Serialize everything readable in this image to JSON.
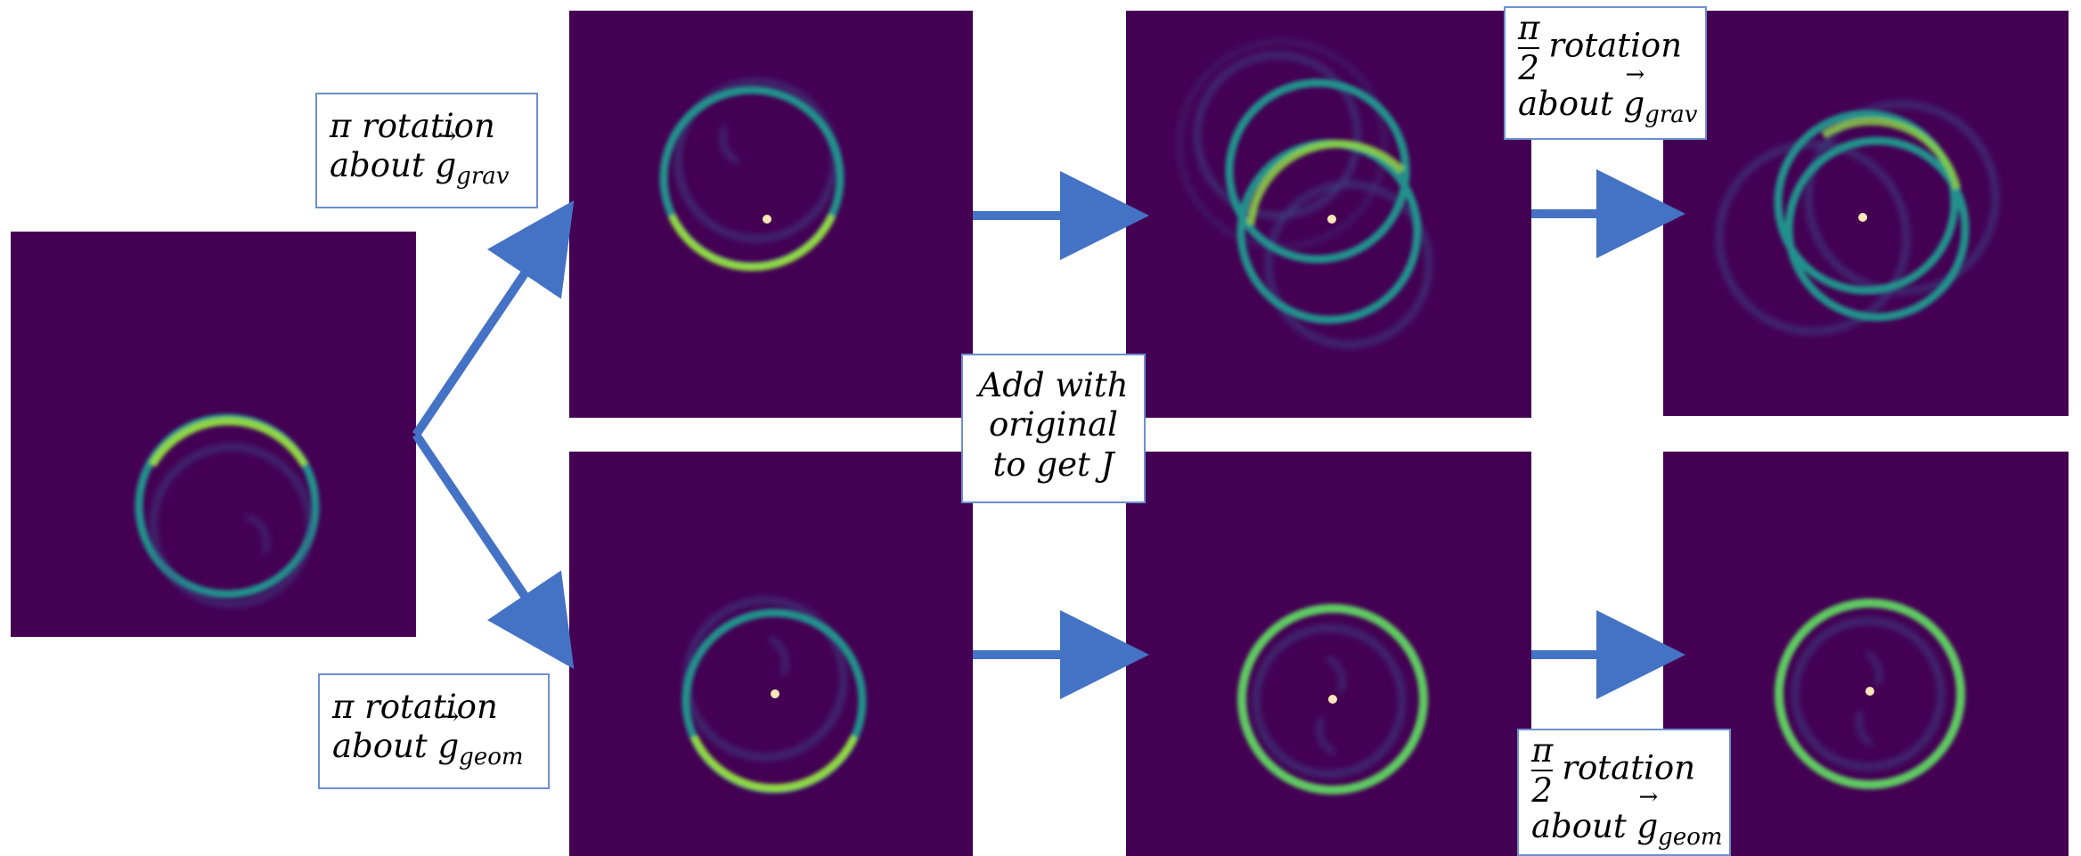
{
  "colors": {
    "panel_background": "#440154",
    "ring_bright": "#8fd744",
    "ring_mid": "#21918c",
    "ring_dim": "#3b528b",
    "center_dot": "#fde7b8",
    "arrow": "#4472c4",
    "label_border": "#6d8fcf"
  },
  "labels": {
    "pi_grav": {
      "line1": "π rotation",
      "line2_prefix": "about ",
      "vec": "g",
      "sub": "grav"
    },
    "pi_geom": {
      "line1": "π rotation",
      "line2_prefix": "about ",
      "vec": "g",
      "sub": "geom"
    },
    "add": {
      "line1": "Add with",
      "line2": "original",
      "line3": "to get J"
    },
    "half_pi_grav": {
      "num": "π",
      "den": "2",
      "rot": "rotation",
      "line2_prefix": "about ",
      "vec": "g",
      "sub": "grav"
    },
    "half_pi_geom": {
      "num": "π",
      "den": "2",
      "rot": "rotation",
      "line2_prefix": "about ",
      "vec": "g",
      "sub": "geom"
    }
  },
  "icons": {
    "arrow": "right-arrow-icon"
  }
}
